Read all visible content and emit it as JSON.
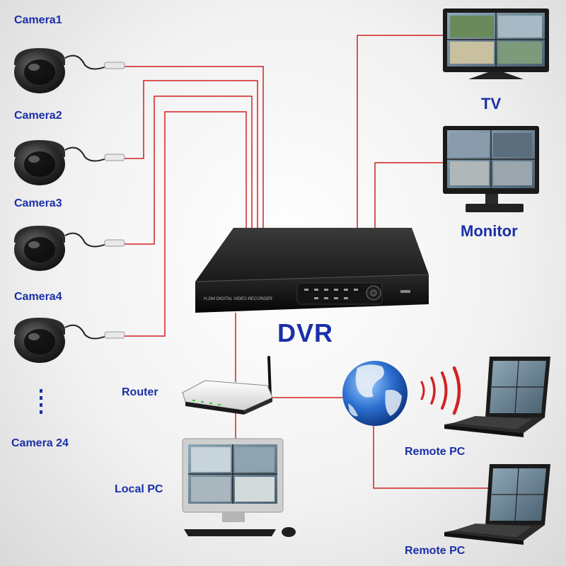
{
  "cameras": [
    {
      "label": "Camera1"
    },
    {
      "label": "Camera2"
    },
    {
      "label": "Camera3"
    },
    {
      "label": "Camera4"
    }
  ],
  "camera_more": {
    "label": "Camera 24"
  },
  "dvr": {
    "label": "DVR",
    "front_text": "H.264 DIGITAL VIDEO RECORDER"
  },
  "devices": {
    "tv": "TV",
    "monitor": "Monitor",
    "router": "Router",
    "local_pc": "Local PC",
    "remote_pc_1": "Remote PC",
    "remote_pc_2": "Remote PC"
  },
  "colors": {
    "label": "#1a2fa8",
    "link": "#d42020",
    "device_body": "#1e1e1e",
    "globe": "#2c6fd0"
  },
  "icons": [
    "dome-camera-icon",
    "dvr-icon",
    "tv-icon",
    "monitor-icon",
    "router-icon",
    "desktop-pc-icon",
    "globe-icon",
    "laptop-icon",
    "wireless-signal-icon"
  ]
}
